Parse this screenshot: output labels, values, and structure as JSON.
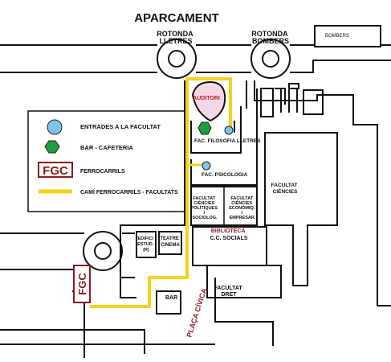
{
  "map": {
    "title": "APARCAMENT",
    "roundabout_lletres": [
      "ROTONDA",
      "LLETRES"
    ],
    "roundabout_bombers": [
      "ROTONDA",
      "BOMBERS"
    ],
    "bombers": "BOMBERS",
    "auditori": "AUDITORI",
    "fac_filosofia": "FAC. FILOSOFIA LLETRES",
    "fac_psicologia": "FAC. PSICOLOGIA",
    "fac_politiques": [
      "FACULTAT",
      "CIÈNCIES",
      "POLÍTIQUES",
      "I",
      "SOCIOLOG."
    ],
    "fac_economiques": [
      "FACULTAT",
      "CIÈNCIES",
      "ECONÒMIQ.",
      "I",
      "EMPRESAR."
    ],
    "fac_ciencies": [
      "FACULTAT",
      "CIÈNCIES"
    ],
    "biblioteca": [
      "BIBLIOTECA",
      "C.C. SOCIALS"
    ],
    "edifici": [
      "EDIFICI",
      "ESTUD.",
      "(R)"
    ],
    "teatre": [
      "TEATRE",
      "CINEMA"
    ],
    "fac_dret": [
      "FACULTAT",
      "DRET"
    ],
    "bar": "BAR",
    "placa": "PLAÇA CÍVICA",
    "fgc_sign": "FGC"
  },
  "legend": {
    "entrances": "ENTRADES A LA FACULTAT",
    "bar": "BAR - CAFETERIA",
    "fgc_logo": "FGC",
    "rail": "FERROCARRILS",
    "path": "CAMÍ FERROCARRILS - FACULTATS"
  },
  "colors": {
    "path": "#f5d21f",
    "entrance": "#7ec3ea",
    "bar": "#1e9e40",
    "fgc": "#8b1a1a",
    "auditori_fill": "#f3d7e7",
    "auditori_text": "#c0262e",
    "biblioteca_text": "#8b1a1a"
  }
}
